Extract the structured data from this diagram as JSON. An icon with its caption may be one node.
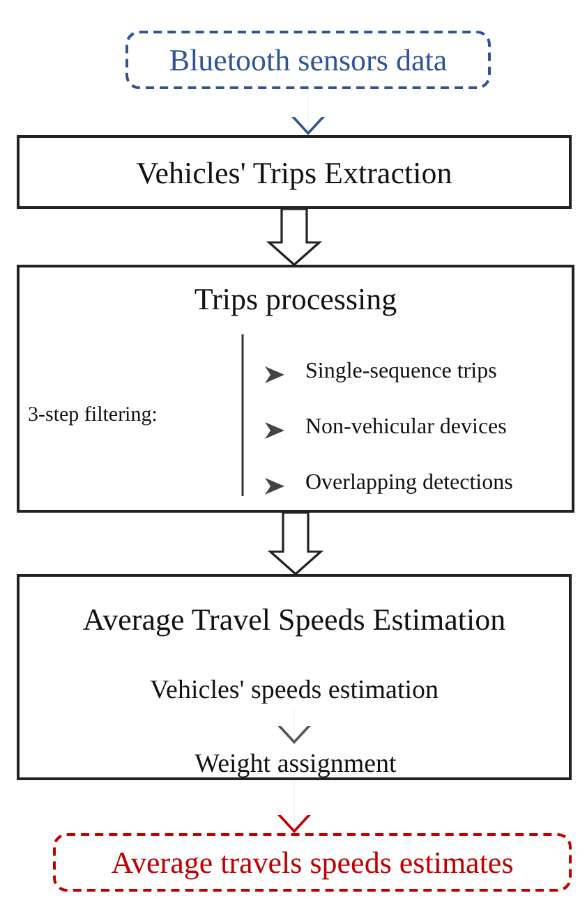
{
  "diagram": {
    "nodes": [
      {
        "text": [
          "Bluetooth sensors data"
        ]
      },
      {
        "text": [
          "Vehicles' Trips Extraction"
        ]
      },
      {
        "text": [
          "Trips processing",
          "3-step filtering:",
          "Single-sequence trips",
          "Non-vehicular devices",
          "Overlapping detections"
        ]
      },
      {
        "text": [
          "Average Travel Speeds Estimation"
        ]
      },
      {
        "text": [
          "Vehicles' speeds estimation"
        ],
        "in": 3
      },
      {
        "text": [
          "Weight assignment"
        ],
        "in": 3
      },
      {
        "text": [
          "Average travels speeds estimates"
        ]
      }
    ],
    "edges": [
      {
        "from": 0,
        "to": 1,
        "arrow": "to",
        "color": "#2f5597"
      },
      {
        "from": 1,
        "to": 2,
        "arrow": "to",
        "style": "thick"
      },
      {
        "from": 2,
        "to": 3,
        "arrow": "to",
        "style": "thick"
      },
      {
        "from": 4,
        "to": 5,
        "arrow": "to",
        "color": "#555555"
      },
      {
        "from": 3,
        "to": 6,
        "arrow": "to",
        "color": "#c00000"
      }
    ]
  }
}
